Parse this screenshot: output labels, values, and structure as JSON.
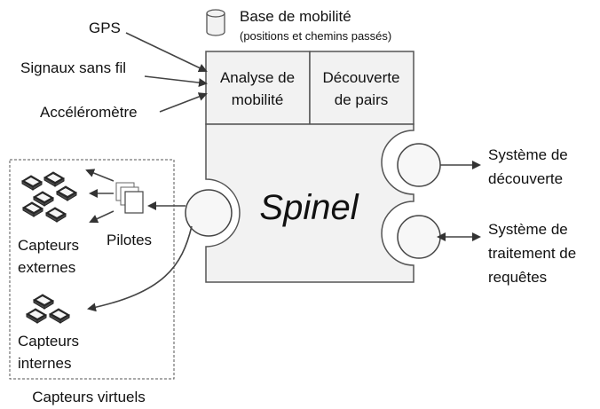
{
  "labels": {
    "gps": "GPS",
    "wireless": "Signaux sans fil",
    "accelerometer": "Accéléromètre",
    "mobility_db_title": "Base de mobilité",
    "mobility_db_sub": "(positions et chemins passés)",
    "mobility_analysis_1": "Analyse de",
    "mobility_analysis_2": "mobilité",
    "peer_discovery_1": "Découverte",
    "peer_discovery_2": "de pairs",
    "core": "Spinel",
    "discovery_system_1": "Système de",
    "discovery_system_2": "découverte",
    "query_system_1": "Système de",
    "query_system_2": "traitement de",
    "query_system_3": "requêtes",
    "drivers": "Pilotes",
    "external_sensors_1": "Capteurs",
    "external_sensors_2": "externes",
    "internal_sensors_1": "Capteurs",
    "internal_sensors_2": "internes",
    "virtual_sensors": "Capteurs virtuels"
  }
}
